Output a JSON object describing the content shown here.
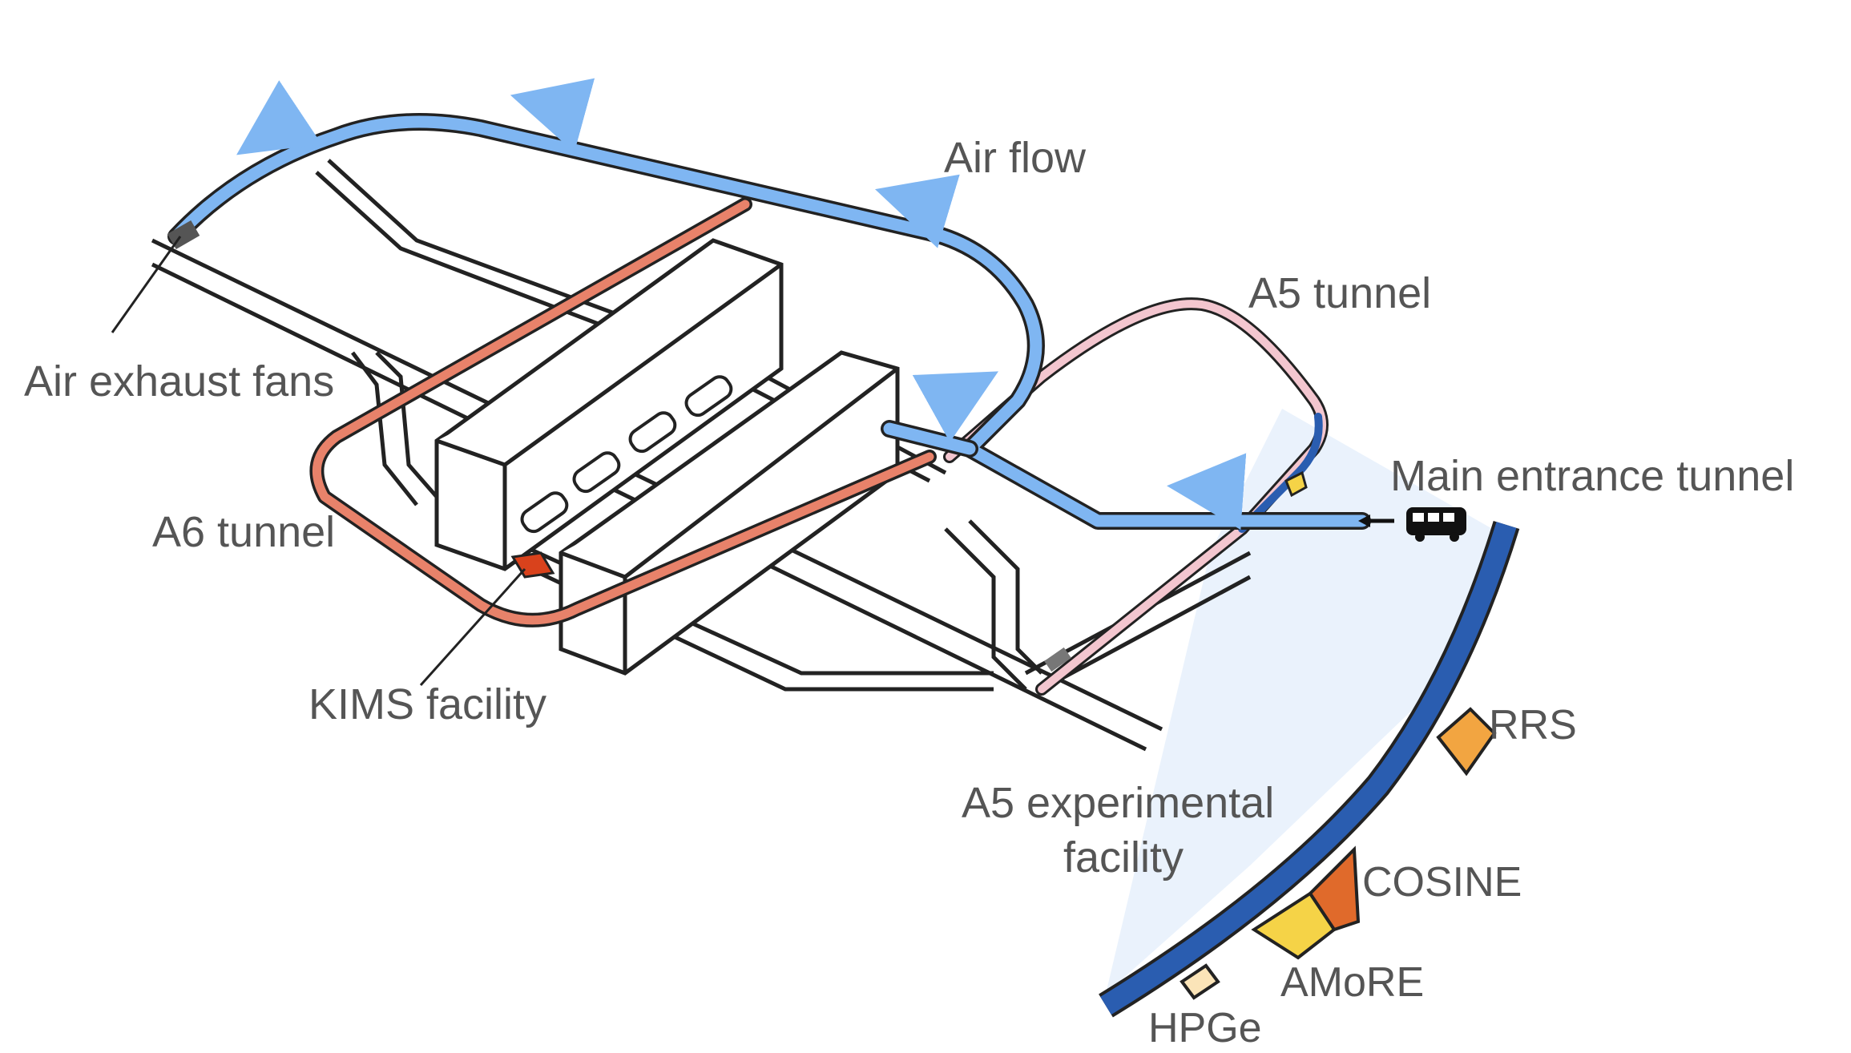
{
  "labels": {
    "air_flow": "Air flow",
    "a5_tunnel": "A5 tunnel",
    "air_exhaust_fans": "Air exhaust fans",
    "main_entrance_tunnel": "Main entrance tunnel",
    "a6_tunnel": "A6 tunnel",
    "kims_facility": "KIMS facility",
    "a5_experimental_facility_line1": "A5 experimental",
    "a5_experimental_facility_line2": "facility",
    "rrs": "RRS",
    "cosine": "COSINE",
    "amore": "AMoRE",
    "hpge": "HPGe"
  },
  "icons": {
    "vehicle": "bus-icon",
    "flow_arrow": "arrow-icon"
  },
  "colors": {
    "air_flow_tunnel": "#7fb6f2",
    "a6_tunnel": "#e8826a",
    "a5_tunnel": "#f3c6cf",
    "experimental_wall": "#2a5db0",
    "highlight_fill": "#e8f1fc",
    "kims_facility": "#d9421c",
    "rrs": "#f2a541",
    "cosine": "#e06a2b",
    "amore": "#f5d347",
    "hpge": "#fbe4b8",
    "exhaust_fans": "#555555",
    "text": "#555555"
  }
}
